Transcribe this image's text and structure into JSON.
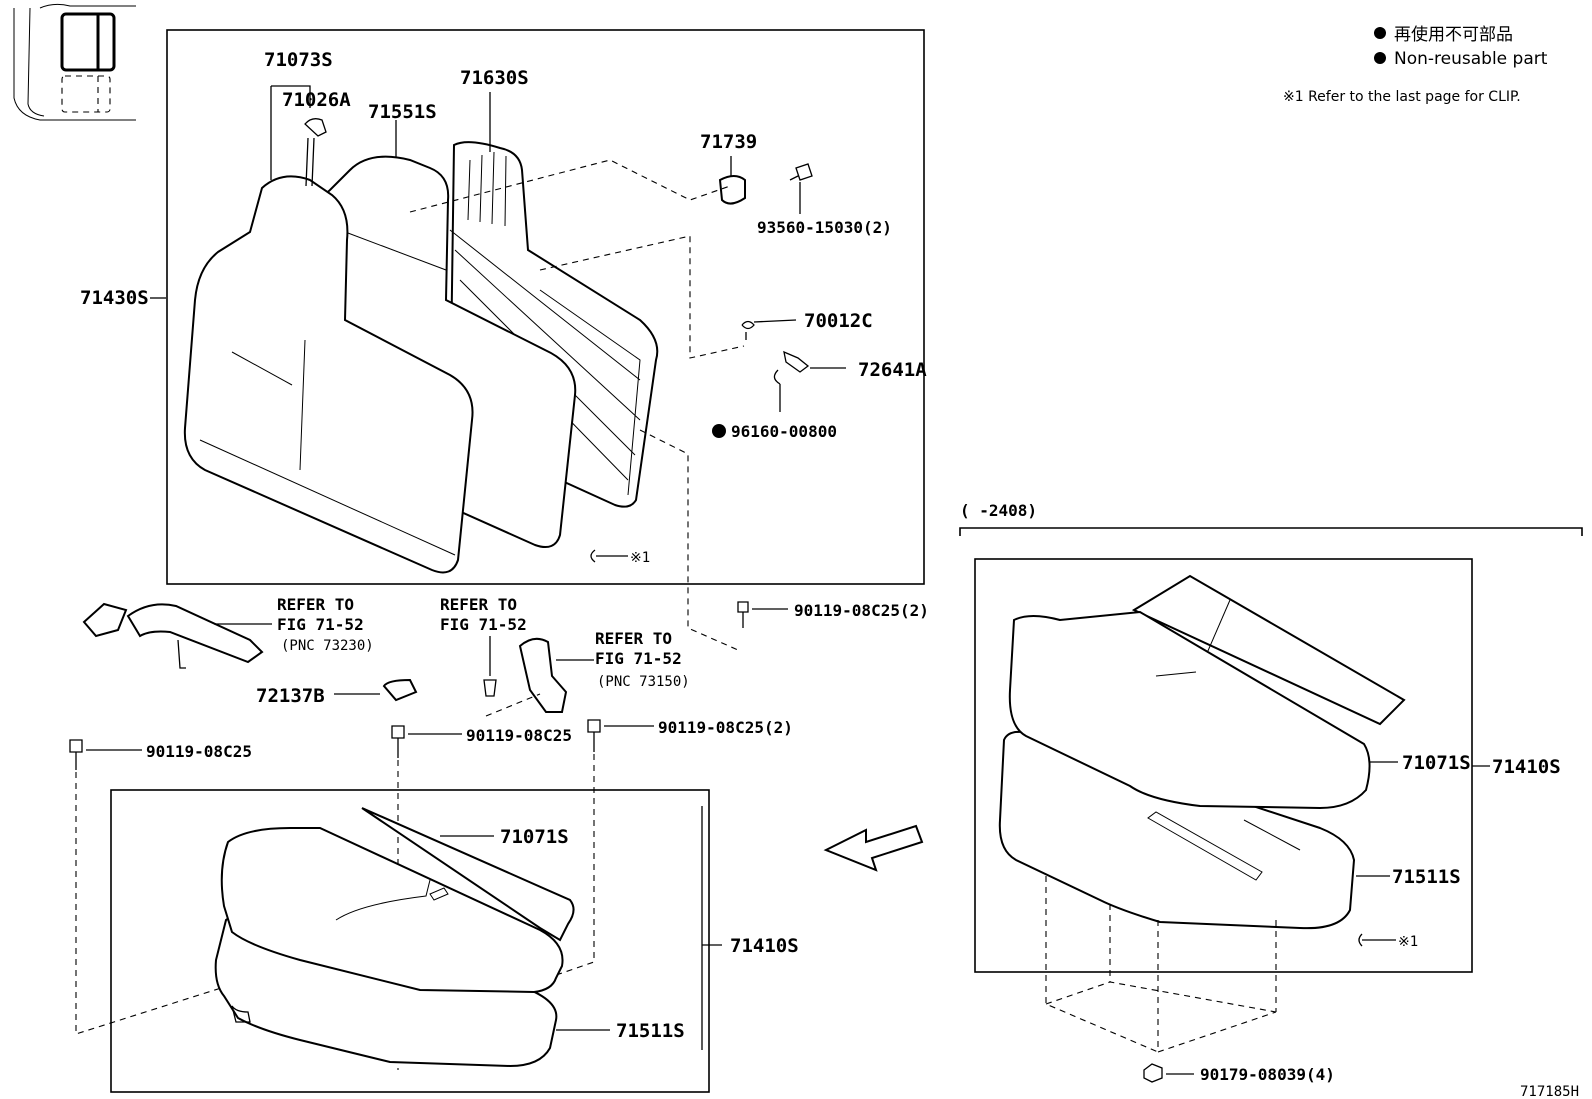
{
  "legend": {
    "non_reusable_jp": "再使用不可部品",
    "non_reusable_en": "Non-reusable part",
    "clip_note": "※1 Refer to the last page for CLIP."
  },
  "labels": {
    "p71073S": "71073S",
    "p71026A": "71026A",
    "p71551S": "71551S",
    "p71630S": "71630S",
    "p71739": "71739",
    "p93560": "93560-15030(2)",
    "p71430S": "71430S",
    "p70012C": "70012C",
    "p72641A": "72641A",
    "p96160": "96160-00800",
    "clip_mark_top": "※1",
    "p72137B": "72137B",
    "p90119_a": "90119-08C25(2)",
    "p90119_b": "90119-08C25",
    "p90119_c": "90119-08C25",
    "p90119_d": "90119-08C25(2)",
    "p71071S_left": "71071S",
    "p71410S_left": "71410S",
    "p71511S_left": "71511S",
    "p71071S_right": "71071S",
    "p71410S_right": "71410S",
    "p71511S_right": "71511S",
    "clip_mark_right": "※1",
    "p90179": "90179-08039(4)",
    "range_label": "(    -2408)",
    "figure_code": "717185H"
  },
  "refer1": {
    "line1": "REFER TO",
    "line2": "FIG 71-52",
    "line3": "(PNC 73230)"
  },
  "refer2": {
    "line1": "REFER TO",
    "line2": "FIG 71-52"
  },
  "refer3": {
    "line1": "REFER TO",
    "line2": "FIG 71-52",
    "line3": "(PNC 73150)"
  }
}
